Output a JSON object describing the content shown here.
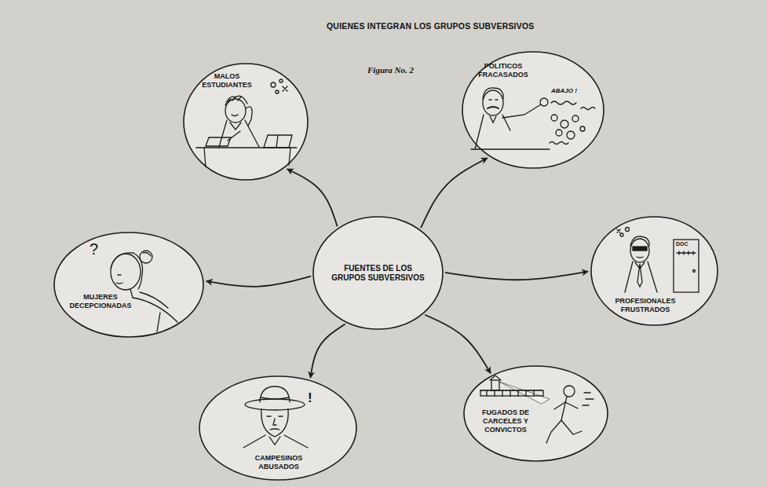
{
  "diagram": {
    "title": "QUIENES INTEGRAN LOS GRUPOS SUBVERSIVOS",
    "nodes": [
      {
        "text": [
          "MALOS ESTUDIANTES"
        ]
      },
      {
        "text": [
          "POLITICOS FRACASADOS"
        ]
      },
      {
        "text": [
          "FUENTES DE LOS GRUPOS SUBVERSIVOS"
        ]
      },
      {
        "text": [
          "MUJERES DECEPCIONADAS"
        ]
      },
      {
        "text": [
          "PROFESIONALES FRUSTRADOS"
        ]
      },
      {
        "text": [
          "CAMPESINOS ABUSADOS"
        ]
      },
      {
        "text": [
          "FUGADOS DE CARCELES Y CONVICTOS"
        ]
      }
    ],
    "edges": [
      {
        "from": 2,
        "to": 0,
        "arrow": "to"
      },
      {
        "from": 2,
        "to": 1,
        "arrow": "to"
      },
      {
        "from": 2,
        "to": 3,
        "arrow": "to"
      },
      {
        "from": 2,
        "to": 4,
        "arrow": "to"
      },
      {
        "from": 2,
        "to": 5,
        "arrow": "to"
      },
      {
        "from": 2,
        "to": 6,
        "arrow": "to"
      }
    ],
    "labels": [
      "Figura No. 2",
      "ABAJO !",
      "DOC",
      "?",
      "!"
    ]
  }
}
